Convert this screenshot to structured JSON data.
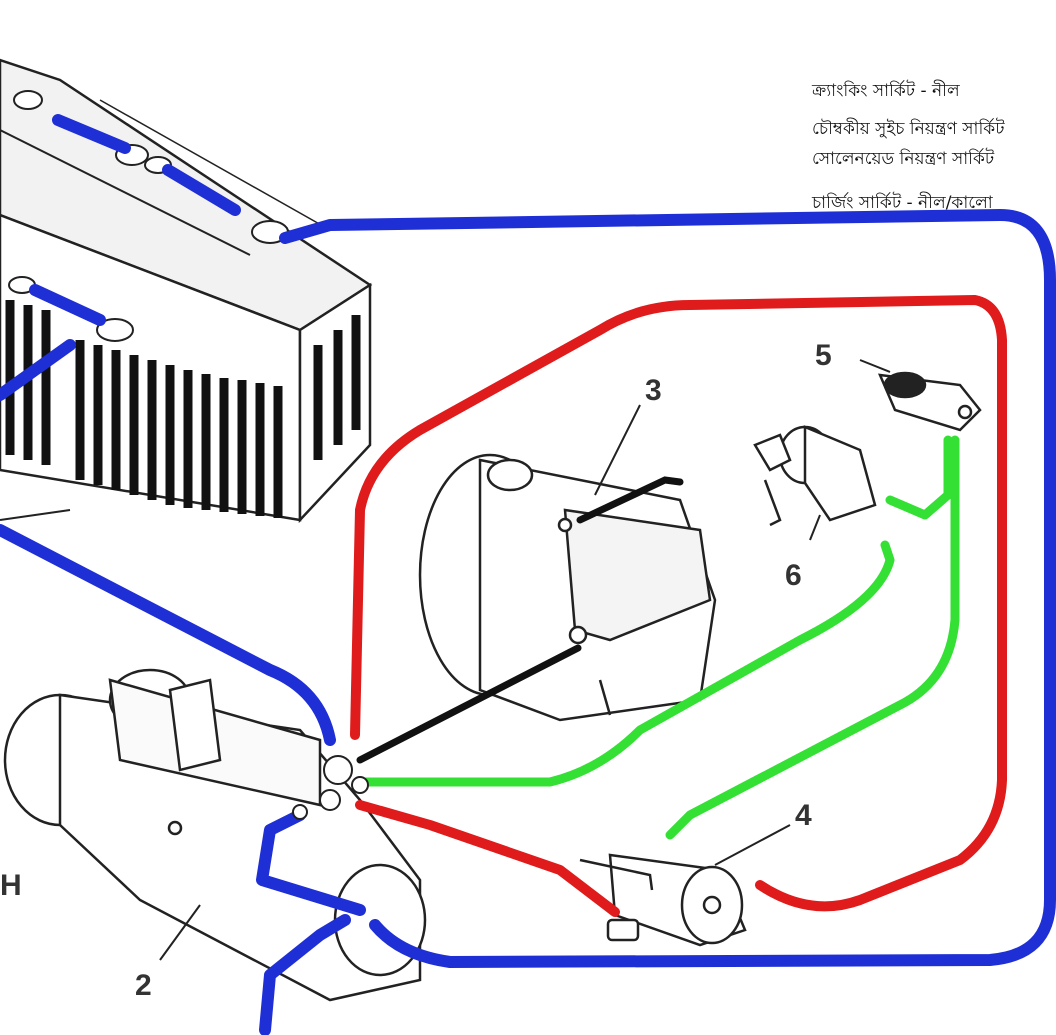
{
  "legend": {
    "cranking": "ক্র্যাংকিং সার্কিট - নীল",
    "magnetic_switch": "চৌম্বকীয় সুইচ নিয়ন্ত্রণ সার্কিট",
    "solenoid": "সোলেনয়েড নিয়ন্ত্রণ সার্কিট",
    "charging": "চার্জিং সার্কিট - নীল/কালো"
  },
  "callouts": {
    "c2": "2",
    "c3": "3",
    "c4": "4",
    "c5": "5",
    "c6": "6",
    "edge_letter": "H"
  },
  "colors": {
    "cranking": "#1f2fd6",
    "solenoid": "#e01b1b",
    "control": "#33e033",
    "charging": "#111111",
    "outline": "#222222"
  }
}
